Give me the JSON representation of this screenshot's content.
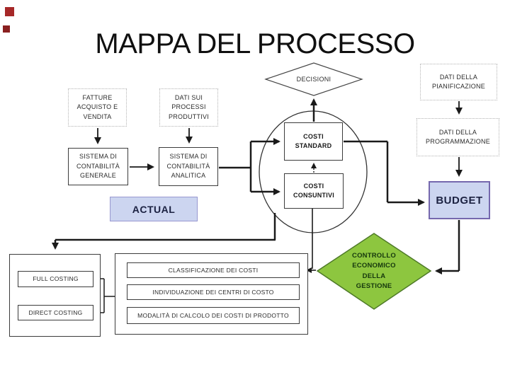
{
  "title": "MAPPA DEL PROCESSO",
  "decorations": {
    "corner_square_top_color": "#A62828",
    "corner_square_bottom_color": "#8A2020"
  },
  "colors": {
    "plain_box_border": "#3c3c3c",
    "dotted_box_border": "#b3b3b3",
    "accent_fill": "#CCD5F0",
    "actual_border": "#9898D0",
    "budget_border": "#7568AE",
    "accent_text": "#1c2242",
    "green_diamond_fill": "#8DC63F",
    "green_diamond_border": "#4E7A28",
    "green_diamond_text": "#16380D",
    "line_color": "#1a1a1a"
  },
  "nodes": {
    "fatture": {
      "label": "FATTURE\nACQUISTO E\nVENDITA"
    },
    "dati_sui_processi": {
      "label": "DATI SUI\nPROCESSI\nPRODUTTIVI"
    },
    "dati_pianificazione": {
      "label": "DATI DELLA\nPIANIFICAZIONE"
    },
    "dati_programmazione": {
      "label": "DATI DELLA\nPROGRAMMAZIONE"
    },
    "sistema_generale": {
      "label": "SISTEMA DI\nCONTABILITÀ\nGENERALE"
    },
    "sistema_analitica": {
      "label": "SISTEMA DI\nCONTABILITÀ\nANALITICA"
    },
    "decisioni": {
      "label": "DECISIONI"
    },
    "costi_standard": {
      "label": "COSTI\nSTANDARD"
    },
    "costi_consuntivi": {
      "label": "COSTI\nCONSUNTIVI"
    },
    "actual": {
      "label": "ACTUAL"
    },
    "budget": {
      "label": "BUDGET"
    },
    "controllo": {
      "label": "CONTROLLO\nECONOMICO\nDELLA\nGESTIONE"
    },
    "full_costing": {
      "label": "FULL COSTING"
    },
    "direct_costing": {
      "label": "DIRECT COSTING"
    },
    "classificazione": {
      "label": "CLASSIFICAZIONE DEI COSTI"
    },
    "individuazione": {
      "label": "INDIVIDUAZIONE DEI CENTRI DI COSTO"
    },
    "modalita": {
      "label": "MODALITÀ DI CALCOLO DEI COSTI DI PRODOTTO"
    }
  }
}
